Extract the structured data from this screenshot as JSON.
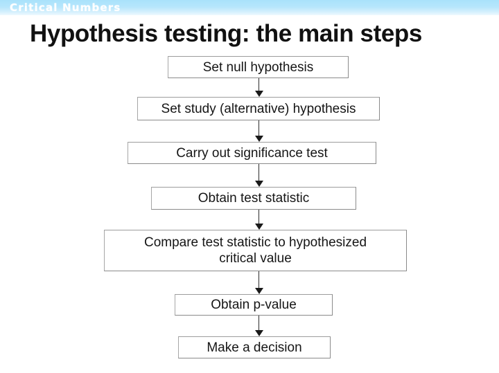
{
  "banner": {
    "text": "Critical Numbers",
    "background_start": "#a9e2fb",
    "background_end": "#eff9fe",
    "text_color": "#ffffff"
  },
  "slide": {
    "title": "Hypothesis testing: the main steps",
    "title_color": "#111111",
    "background": "#ffffff"
  },
  "flowchart": {
    "type": "vertical-flow",
    "box_border_color": "#8f8f8f",
    "box_fill": "#ffffff",
    "arrow_color": "#1a1a1a",
    "steps": [
      {
        "id": "step-1",
        "label": "Set null hypothesis"
      },
      {
        "id": "step-2",
        "label": "Set study (alternative) hypothesis"
      },
      {
        "id": "step-3",
        "label": "Carry out significance test"
      },
      {
        "id": "step-4",
        "label": "Obtain test statistic"
      },
      {
        "id": "step-5",
        "label": "Compare test statistic to hypothesized\ncritical value"
      },
      {
        "id": "step-6",
        "label": "Obtain p-value"
      },
      {
        "id": "step-7",
        "label": "Make a decision"
      }
    ],
    "connectors": [
      {
        "from": "step-1",
        "to": "step-2"
      },
      {
        "from": "step-2",
        "to": "step-3"
      },
      {
        "from": "step-3",
        "to": "step-4"
      },
      {
        "from": "step-4",
        "to": "step-5"
      },
      {
        "from": "step-5",
        "to": "step-6"
      },
      {
        "from": "step-6",
        "to": "step-7"
      }
    ]
  }
}
